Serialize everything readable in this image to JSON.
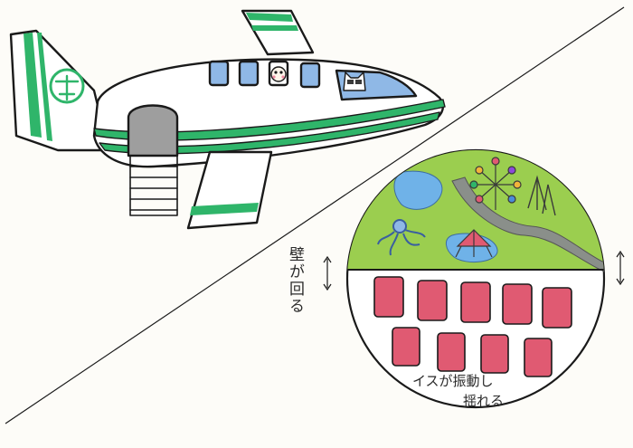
{
  "labels": {
    "wall_rotates": "壁が回る",
    "seats_vibrate_line1": "イスが振動し",
    "seats_vibrate_line2": "揺れる"
  },
  "colors": {
    "paper": "#fdfcf8",
    "ink": "#1a1a1a",
    "airplane_stripe_green": "#2fb56a",
    "window_blue": "#8fb8e6",
    "door_gray": "#9e9e9e",
    "park_green": "#8cc641",
    "water_blue": "#6fb2e8",
    "road_gray": "#8a8f8a",
    "seat_red": "#e05a72"
  },
  "icons": {
    "tail_emblem": "circle-emblem-icon",
    "pilot": "cat-pilot-icon",
    "passenger": "passenger-face-icon",
    "ferris_wheel": "ferris-wheel-icon",
    "swing_ride": "swing-ride-icon",
    "octopus_ride": "octopus-ride-icon",
    "towers": "tower-icon",
    "wall_arrow_left": "double-arrow-vertical-icon",
    "wall_arrow_right": "double-arrow-vertical-icon"
  }
}
